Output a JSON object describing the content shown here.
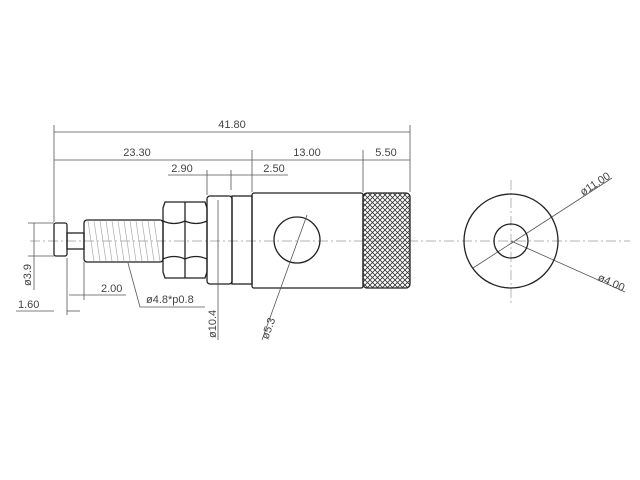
{
  "drawing": {
    "side_view": {
      "overall_length": "41.80",
      "to_body_length": "23.30",
      "body_length": "13.00",
      "knurl_length": "5.50",
      "collar_width": "2.90",
      "groove_width": "2.50",
      "pin_diameter": "ø3.9",
      "pin_head_length": "1.60",
      "neck_length": "2.00",
      "thread_spec": "ø4.8*p0.8",
      "collar_diameter": "ø10.4",
      "cross_hole_diameter": "ø5.3"
    },
    "end_view": {
      "outer_diameter": "ø11.00",
      "inner_diameter": "ø4.00"
    }
  }
}
